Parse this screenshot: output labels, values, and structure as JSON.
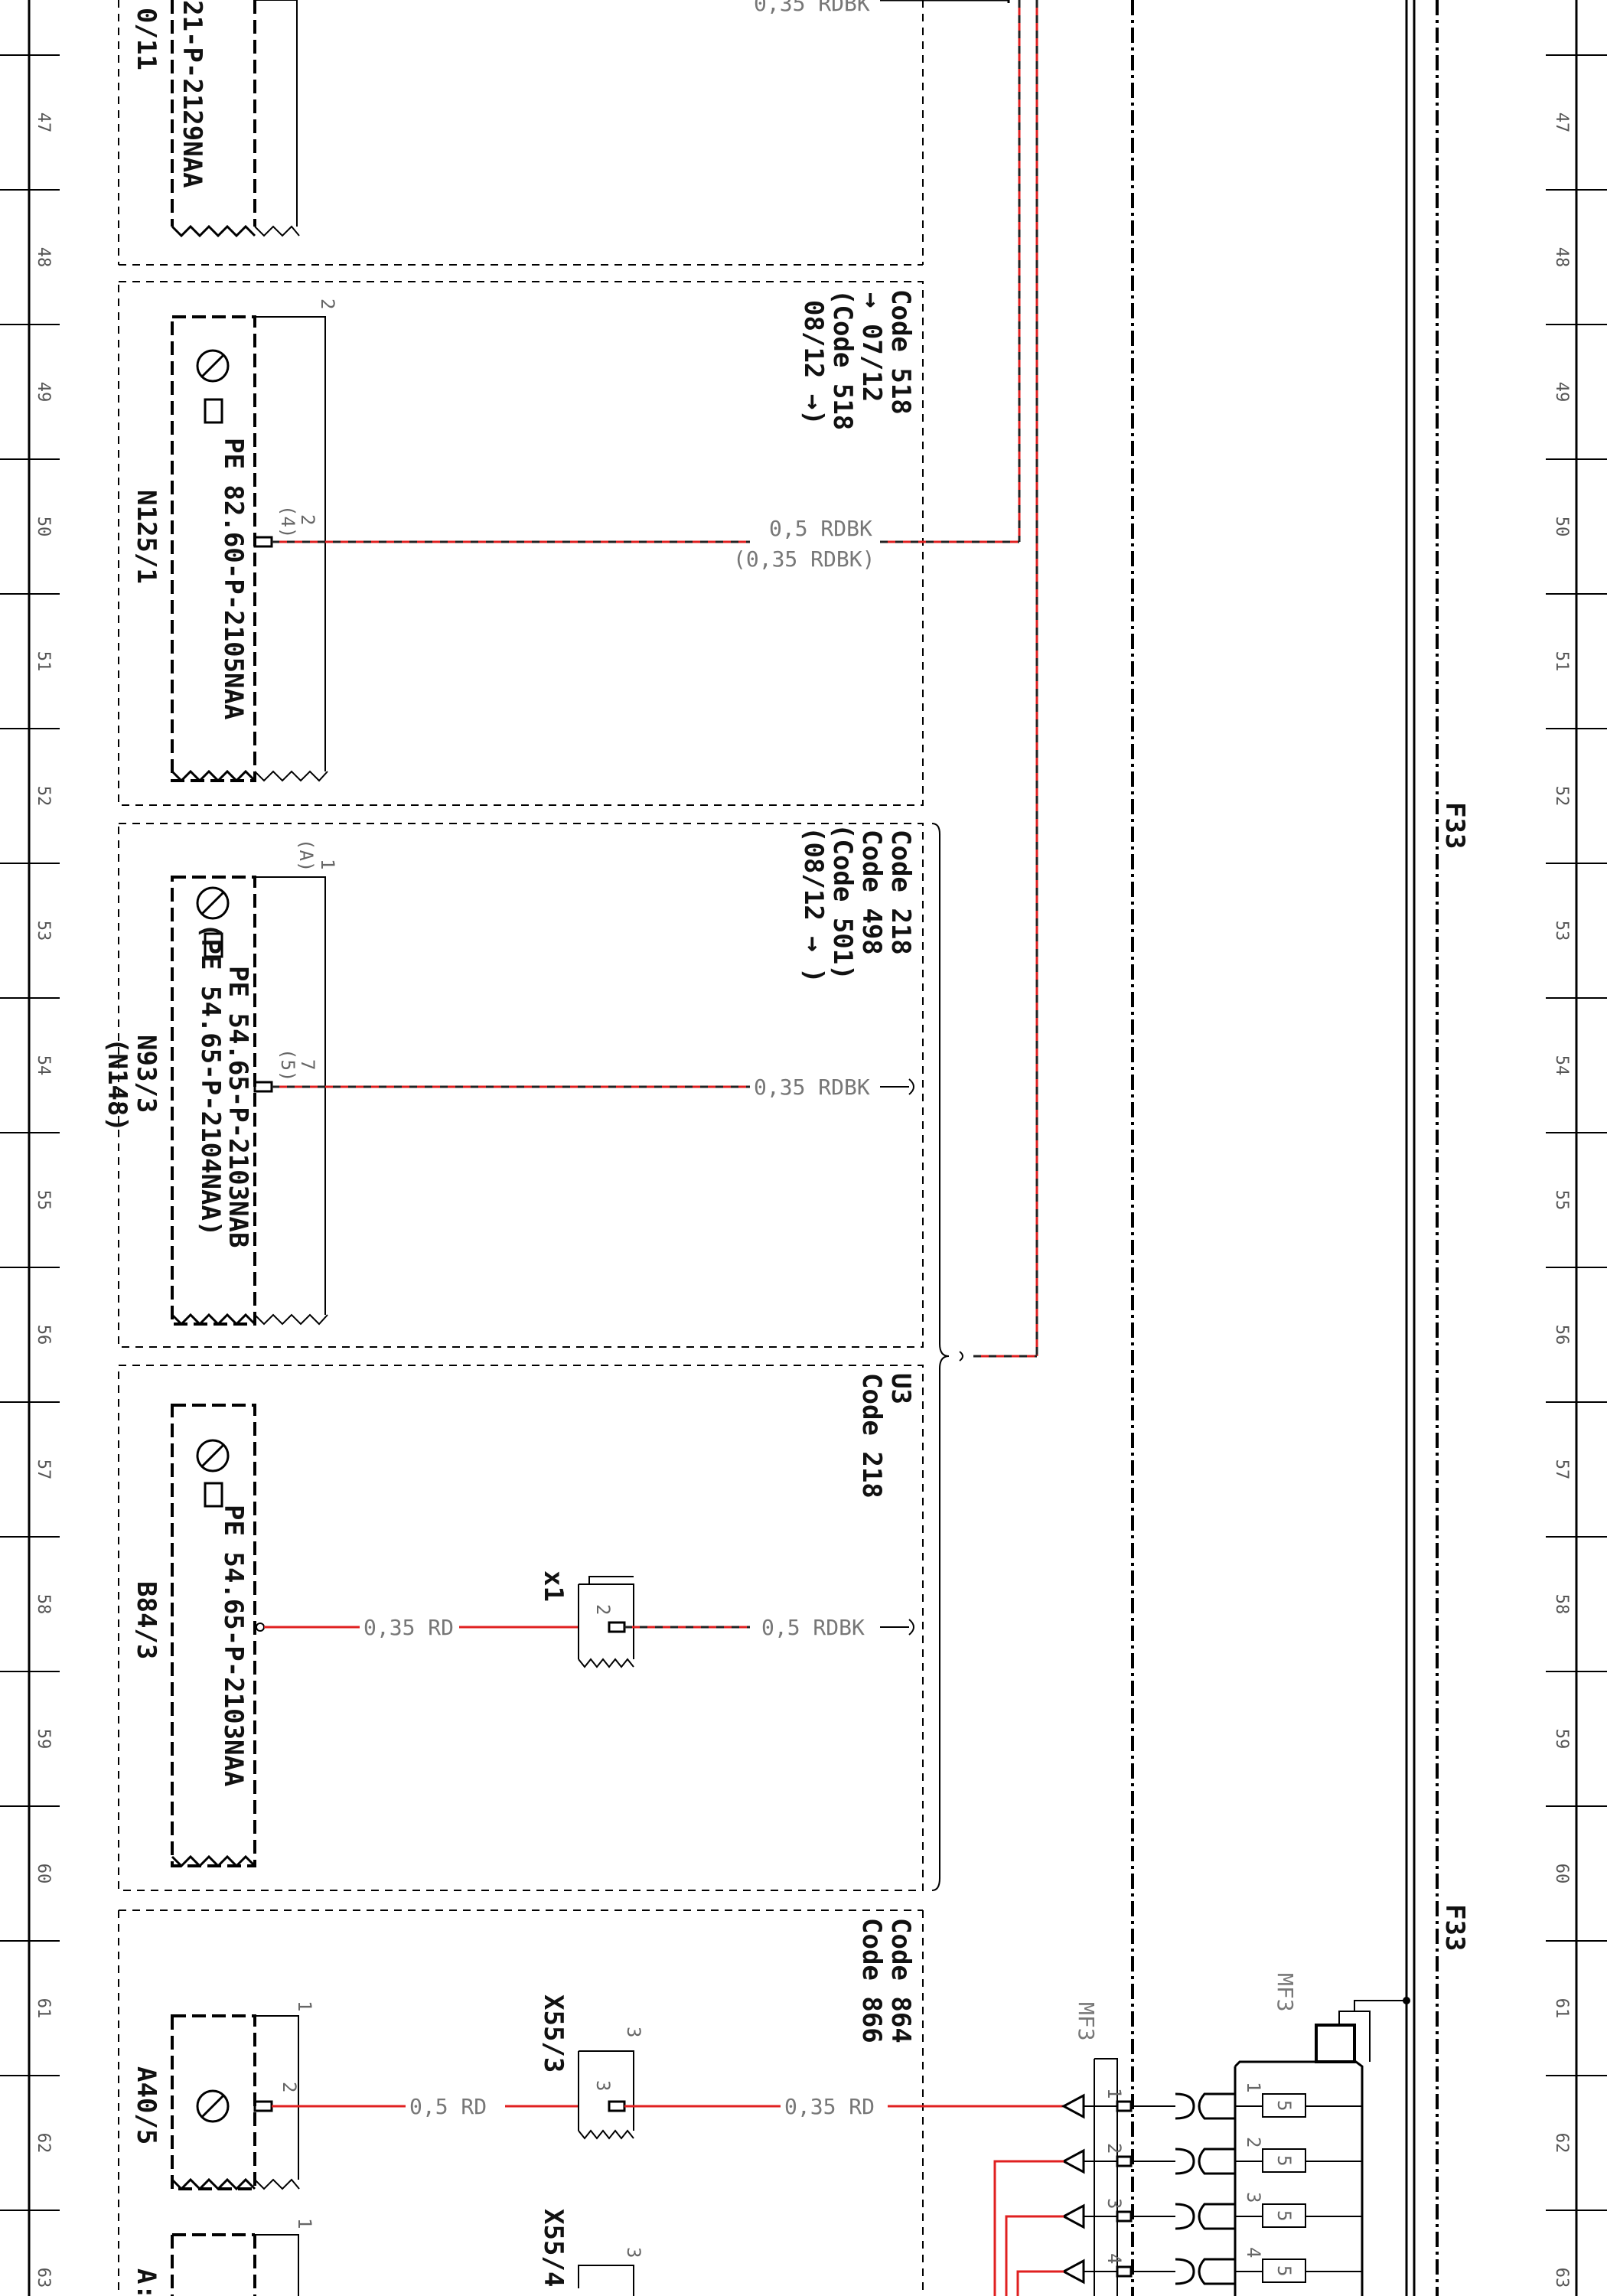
{
  "diagram": {
    "ruler_numbers": [
      "47",
      "48",
      "49",
      "50",
      "51",
      "52",
      "53",
      "54",
      "55",
      "56",
      "57",
      "58",
      "59",
      "60",
      "61",
      "62",
      "63"
    ],
    "partial_wire_top": "0,35 RDBK",
    "block1": {
      "ref": "0/11",
      "pe": "21-P-2129NAA"
    },
    "block2": {
      "ref": "N125/1",
      "pe": "PE 82.60-P-2105NAA",
      "pin_top": "2",
      "pin_main": "2",
      "pin_alt": "(4)",
      "wire1": "0,5 RDBK",
      "wire2": "(0,35 RDBK)",
      "codes": [
        "Code 518",
        "→ 07/12",
        "(Code 518",
        "08/12 →)"
      ]
    },
    "block3": {
      "ref": "N93/3",
      "ref_alt": "(N148)",
      "pe1": "PE 54.65-P-2103NAB",
      "pe2": "(PE 54.65-P-2104NAA)",
      "pin_top": "1",
      "pin_top_alt": "(A)",
      "pin_main": "7",
      "pin_alt": "(5)",
      "wire": "0,35 RDBK",
      "codes": [
        "Code 218",
        "Code 498",
        "(Code 501)",
        "(08/12 → )"
      ]
    },
    "block4": {
      "ref": "B84/3",
      "pe": "PE 54.65-P-2103NAA",
      "wire_left": "0,35 RD",
      "wire_right": "0,5 RDBK",
      "connector": "x1",
      "connector_pin": "2",
      "codes": [
        "U3",
        "Code 218"
      ]
    },
    "block5": {
      "ref": "A40/5",
      "pin_top": "1",
      "pin_main": "2",
      "wire_left": "0,5 RD",
      "wire_right": "0,35 RD",
      "connector": "X55/3",
      "connector_pin": "3",
      "connector_pin2": "3",
      "codes": [
        "Code 864",
        "Code 866"
      ]
    },
    "block6": {
      "ref": "A:",
      "connector": "X55/4",
      "pin_top": "1",
      "connector_pin": "3"
    },
    "fuse_label_1": "F33",
    "fuse_label_2": "F33",
    "mf3_left": "MF3",
    "mf3_right": "MF3",
    "fuse_value": "5",
    "fuse_pins": [
      "1",
      "2",
      "3",
      "4"
    ]
  }
}
